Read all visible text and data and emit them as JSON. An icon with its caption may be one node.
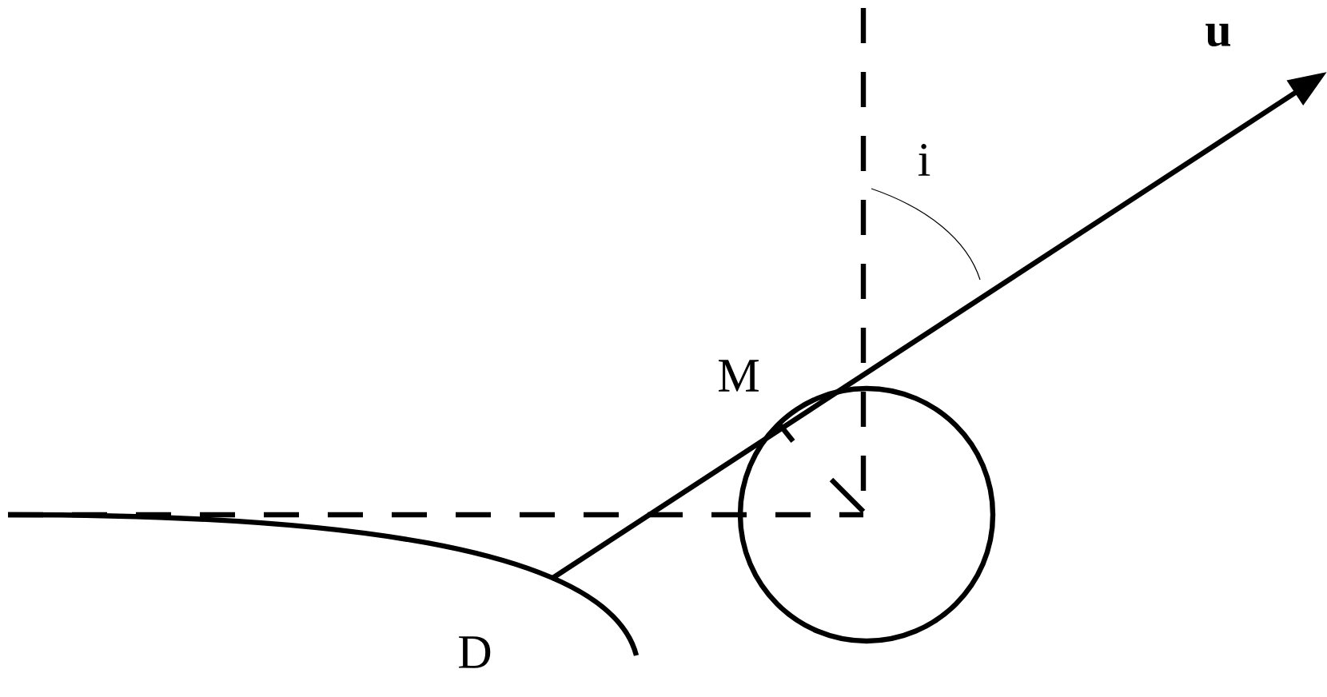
{
  "diagram": {
    "labels": [
      "u",
      "i",
      "M",
      "D"
    ]
  }
}
